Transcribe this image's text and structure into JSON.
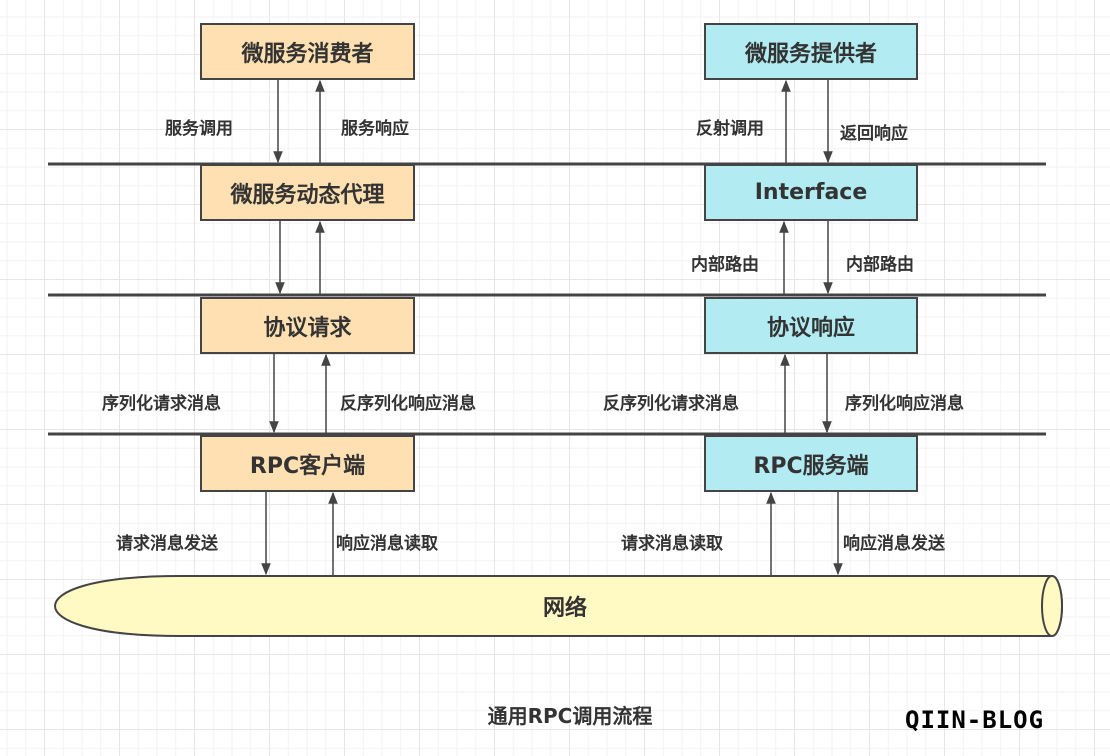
{
  "consumer_side": {
    "boxes": [
      "微服务消费者",
      "微服务动态代理",
      "协议请求",
      "RPC客户端"
    ],
    "arrow_labels": [
      {
        "down": "服务调用",
        "up": "服务响应"
      },
      {
        "down": "",
        "up": ""
      },
      {
        "down": "序列化请求消息",
        "up": "反序列化响应消息"
      },
      {
        "down": "请求消息发送",
        "up": "响应消息读取"
      }
    ]
  },
  "provider_side": {
    "boxes": [
      "微服务提供者",
      "Interface",
      "协议响应",
      "RPC服务端"
    ],
    "arrow_labels": [
      {
        "up": "反射调用",
        "down": "返回响应"
      },
      {
        "up": "内部路由",
        "down": "内部路由"
      },
      {
        "up": "反序列化请求消息",
        "down": "序列化响应消息"
      },
      {
        "up": "请求消息读取",
        "down": "响应消息发送"
      }
    ]
  },
  "network": {
    "label": "网络"
  },
  "caption": "通用RPC调用流程",
  "watermark": "QIIN-BLOG",
  "colors": {
    "consumer_fill": "#ffe0b2",
    "provider_fill": "#b2ebf2",
    "network_fill": "#fff9c4",
    "stroke": "#444444",
    "text": "#333333"
  }
}
